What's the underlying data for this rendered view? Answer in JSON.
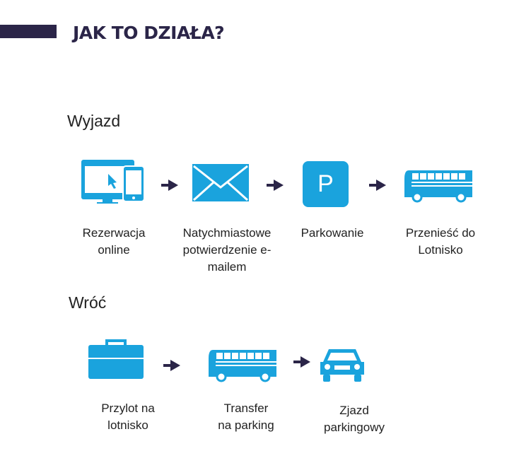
{
  "title": "JAK TO DZIAŁA?",
  "colors": {
    "accent": "#1aa3dd",
    "navy": "#2b2548"
  },
  "departure": {
    "heading": "Wyjazd",
    "steps": [
      {
        "icon": "devices-icon",
        "label_lines": [
          "Rezerwacja",
          "online"
        ]
      },
      {
        "icon": "envelope-icon",
        "label_lines": [
          "Natychmiastowe",
          "potwierdzenie e-",
          "mailem"
        ]
      },
      {
        "icon": "parking-icon",
        "glyph": "P",
        "label_lines": [
          "Parkowanie"
        ]
      },
      {
        "icon": "bus-icon",
        "label_lines": [
          "Przenieść do",
          "Lotnisko"
        ]
      }
    ]
  },
  "return": {
    "heading": "Wróć",
    "steps": [
      {
        "icon": "briefcase-icon",
        "label_lines": [
          "Przylot na",
          "lotnisko"
        ]
      },
      {
        "icon": "bus-icon",
        "label_lines": [
          "Transfer",
          "na parking"
        ]
      },
      {
        "icon": "car-icon",
        "label_lines": [
          "Zjazd",
          "parkingowy"
        ]
      }
    ]
  }
}
